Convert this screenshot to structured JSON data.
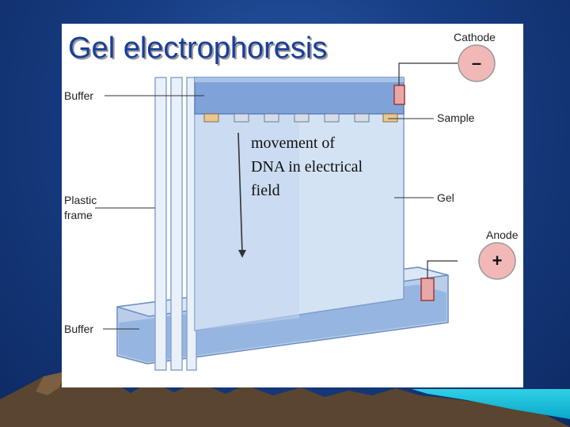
{
  "slide": {
    "title": "Gel electrophoresis",
    "annotation_lines": [
      "movement of",
      "DNA in electrical",
      "field"
    ]
  },
  "labels": {
    "cathode": "Cathode",
    "cathode_sign": "–",
    "anode": "Anode",
    "anode_sign": "+",
    "buffer_top": "Buffer",
    "sample": "Sample",
    "plastic_frame_line1": "Plastic",
    "plastic_frame_line2": "frame",
    "gel": "Gel",
    "buffer_bottom": "Buffer"
  },
  "colors": {
    "title": "#1a3f99",
    "buffer": "#7fa2d8",
    "gel": "#d4e3f4",
    "electrode": "#e8a8a8",
    "sample_well": "#e8c890",
    "background": "#173d83"
  }
}
